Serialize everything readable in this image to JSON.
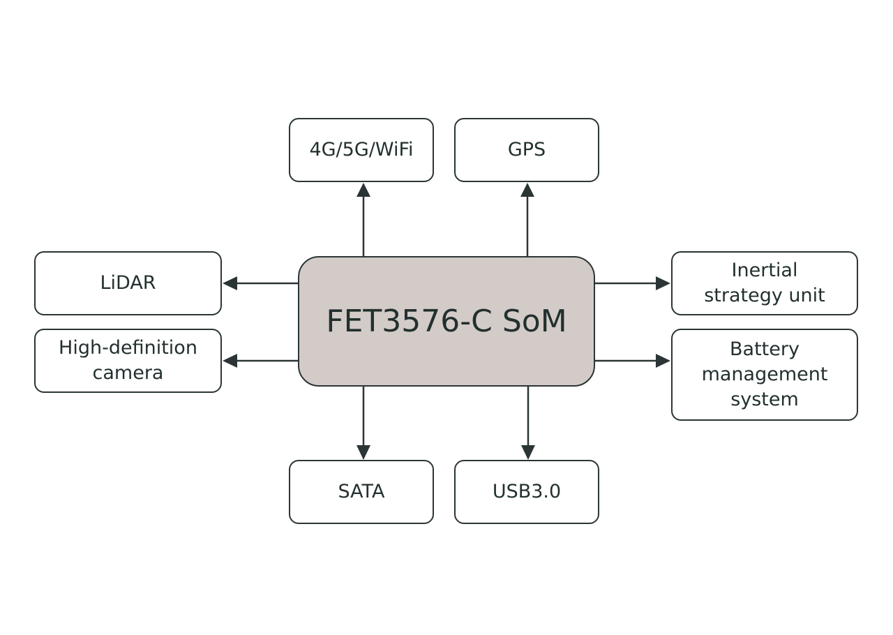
{
  "diagram": {
    "center": {
      "label": "FET3576-C SoM"
    },
    "nodes": {
      "wireless": {
        "label": "4G/5G/WiFi"
      },
      "gps": {
        "label": "GPS"
      },
      "lidar": {
        "label": "LiDAR"
      },
      "camera": {
        "label": "High-definition\ncamera"
      },
      "inertial": {
        "label": "Inertial\nstrategy unit"
      },
      "battery": {
        "label": "Battery\nmanagement\nsystem"
      },
      "sata": {
        "label": "SATA"
      },
      "usb": {
        "label": "USB3.0"
      }
    },
    "edges": [
      {
        "from": "FET3576-C SoM",
        "to": "4G/5G/WiFi"
      },
      {
        "from": "FET3576-C SoM",
        "to": "GPS"
      },
      {
        "from": "FET3576-C SoM",
        "to": "LiDAR"
      },
      {
        "from": "FET3576-C SoM",
        "to": "High-definition camera"
      },
      {
        "from": "FET3576-C SoM",
        "to": "Inertial strategy unit"
      },
      {
        "from": "FET3576-C SoM",
        "to": "Battery management system"
      },
      {
        "from": "FET3576-C SoM",
        "to": "SATA"
      },
      {
        "from": "FET3576-C SoM",
        "to": "USB3.0"
      }
    ]
  },
  "colors": {
    "stroke": "#2b3535",
    "center_fill": "#d3cbc8",
    "text": "#23302f"
  }
}
